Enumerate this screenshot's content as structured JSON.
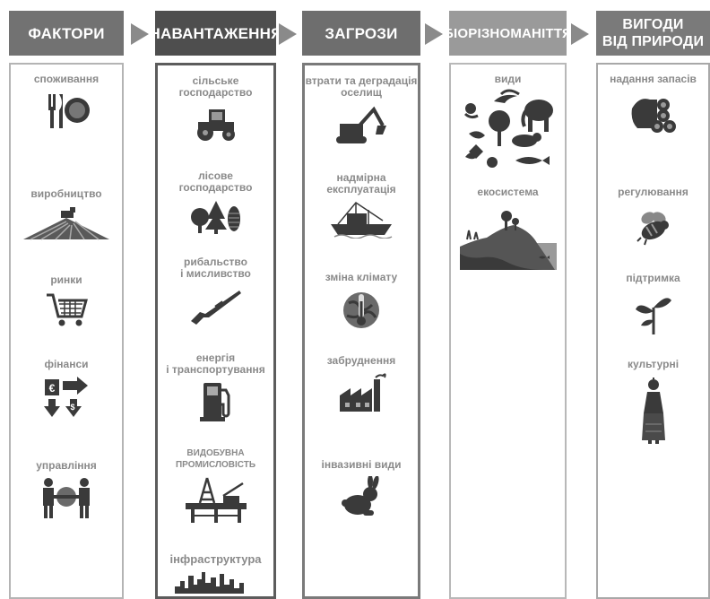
{
  "colors": {
    "header_factors": "#727272",
    "header_pressures": "#4e4e4e",
    "header_threats": "#6e6e6e",
    "header_biodiversity": "#9a9a9a",
    "header_benefits": "#7a7a7a",
    "arrow": "#8a8a8a",
    "icon": "#3a3a3a",
    "label": "#8a8a8a"
  },
  "columns": [
    {
      "title": "ФАКТОРИ",
      "items": [
        {
          "label": "споживання",
          "icon": "plate-cutlery-icon"
        },
        {
          "label": "виробництво",
          "icon": "harvester-field-icon"
        },
        {
          "label": "ринки",
          "icon": "shopping-cart-icon"
        },
        {
          "label": "фінанси",
          "icon": "currency-exchange-icon"
        },
        {
          "label": "управління",
          "icon": "handshake-people-icon"
        }
      ]
    },
    {
      "title": "НАВАНТАЖЕННЯ",
      "items": [
        {
          "label": "сільське господарство",
          "icon": "tractor-icon"
        },
        {
          "label": "лісове\nгосподарство",
          "icon": "trees-icon"
        },
        {
          "label": "рибальство\nі мисливство",
          "icon": "rifle-icon"
        },
        {
          "label": "енергія\nі транспортування",
          "icon": "fuel-pump-icon"
        },
        {
          "label": "ВИДОБУВНА ПРОМИСЛОВІСТЬ",
          "icon": "oil-rig-icon"
        },
        {
          "label": "інфраструктура",
          "icon": "city-skyline-icon"
        }
      ]
    },
    {
      "title": "ЗАГРОЗИ",
      "items": [
        {
          "label": "втрати та деградація\nоселищ",
          "icon": "excavator-icon"
        },
        {
          "label": "надмірна\nексплуатація",
          "icon": "fishing-boat-icon"
        },
        {
          "label": "зміна клімату",
          "icon": "globe-thermometer-icon"
        },
        {
          "label": "забруднення",
          "icon": "factory-icon"
        },
        {
          "label": "інвазивні види",
          "icon": "rabbit-icon"
        }
      ]
    },
    {
      "title": "БІОРІЗНОМАНІТТЯ",
      "items": [
        {
          "label": "види",
          "icon": "species-collage-icon"
        },
        {
          "label": "екосистема",
          "icon": "ecosystem-landscape-icon"
        }
      ]
    },
    {
      "title": "ВИГОДИ\nВІД ПРИРОДИ",
      "items": [
        {
          "label": "надання запасів",
          "icon": "log-stack-icon"
        },
        {
          "label": "регулювання",
          "icon": "bee-icon"
        },
        {
          "label": "підтримка",
          "icon": "seedling-icon"
        },
        {
          "label": "культурні",
          "icon": "traditional-figure-icon"
        }
      ]
    }
  ]
}
